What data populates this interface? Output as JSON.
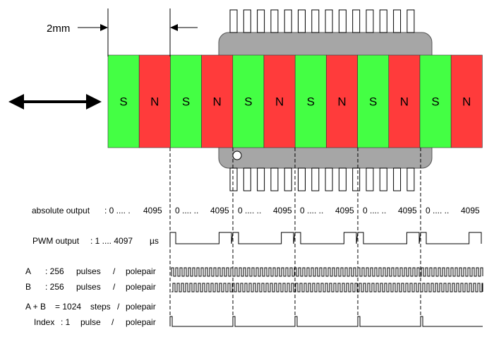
{
  "dimension_label": "2mm",
  "poles": [
    "S",
    "N",
    "S",
    "N",
    "S",
    "N",
    "S",
    "N",
    "S",
    "N",
    "S",
    "N"
  ],
  "colors": {
    "south": "#44ff44",
    "north": "#ff3b3b",
    "chip": "#a6a6a6",
    "line": "#000000"
  },
  "rows": {
    "absolute": {
      "label": "absolute output",
      "range": ": 0 .... .",
      "max": "4095",
      "segments": [
        {
          "start": "0 .... ..",
          "end": "4095"
        },
        {
          "start": "0 .... ..",
          "end": "4095"
        },
        {
          "start": "0 .... ..",
          "end": "4095"
        },
        {
          "start": "0 .... ..",
          "end": "4095"
        },
        {
          "start": "0 .... ..",
          "end": "4095"
        }
      ]
    },
    "pwm": {
      "label": "PWM output",
      "range": ": 1 .... 4097",
      "unit": "µs"
    },
    "a": {
      "name": "A",
      "count": ": 256",
      "unit": "pulses",
      "slash": "/",
      "per": "polepair"
    },
    "b": {
      "name": "B",
      "count": ": 256",
      "unit": "pulses",
      "slash": "/",
      "per": "polepair"
    },
    "ab": {
      "name": "A + B",
      "count": "= 1024",
      "unit": "steps",
      "slash": "/",
      "per": "polepair"
    },
    "index": {
      "name": "Index",
      "count": ": 1",
      "unit": "pulse",
      "slash": "/",
      "per": "polepair"
    }
  }
}
